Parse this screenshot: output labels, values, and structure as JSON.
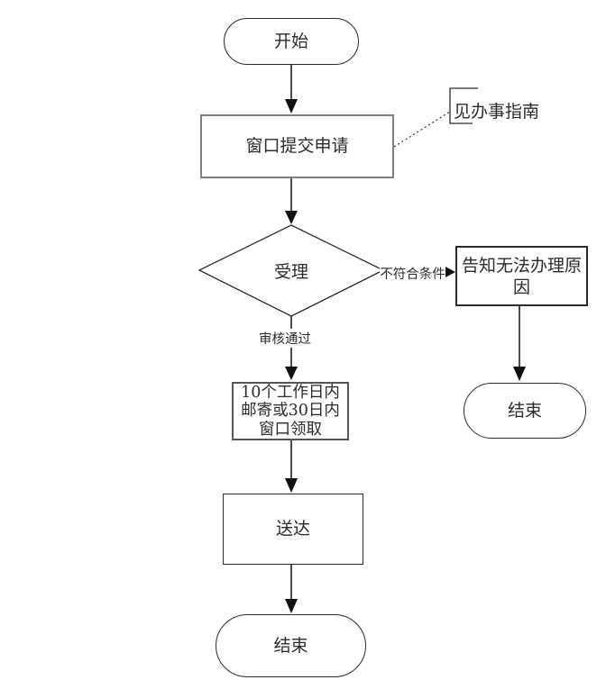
{
  "flowchart": {
    "nodes": {
      "start": {
        "label": "开始"
      },
      "submit": {
        "label": "窗口提交申请"
      },
      "decision": {
        "label": "受理"
      },
      "inform": {
        "label": "告知无法办理原因",
        "lines": [
          "告知无法办理原",
          "因"
        ]
      },
      "end_right": {
        "label": "结束"
      },
      "pickup": {
        "label": "10个工作日内邮寄或30日内窗口领取",
        "lines": [
          "10个工作日内",
          "邮寄或30日内",
          "窗口领取"
        ]
      },
      "deliver": {
        "label": "送达"
      },
      "end_bottom": {
        "label": "结束"
      }
    },
    "annotations": {
      "guide_note": "见办事指南"
    },
    "edge_labels": {
      "reject": "不符合条件",
      "approve": "审核通过"
    },
    "colors": {
      "line": "#2b2b2b",
      "gray_border": "#7f7f7f",
      "text": "#2b2b2b",
      "background": "#ffffff"
    }
  }
}
